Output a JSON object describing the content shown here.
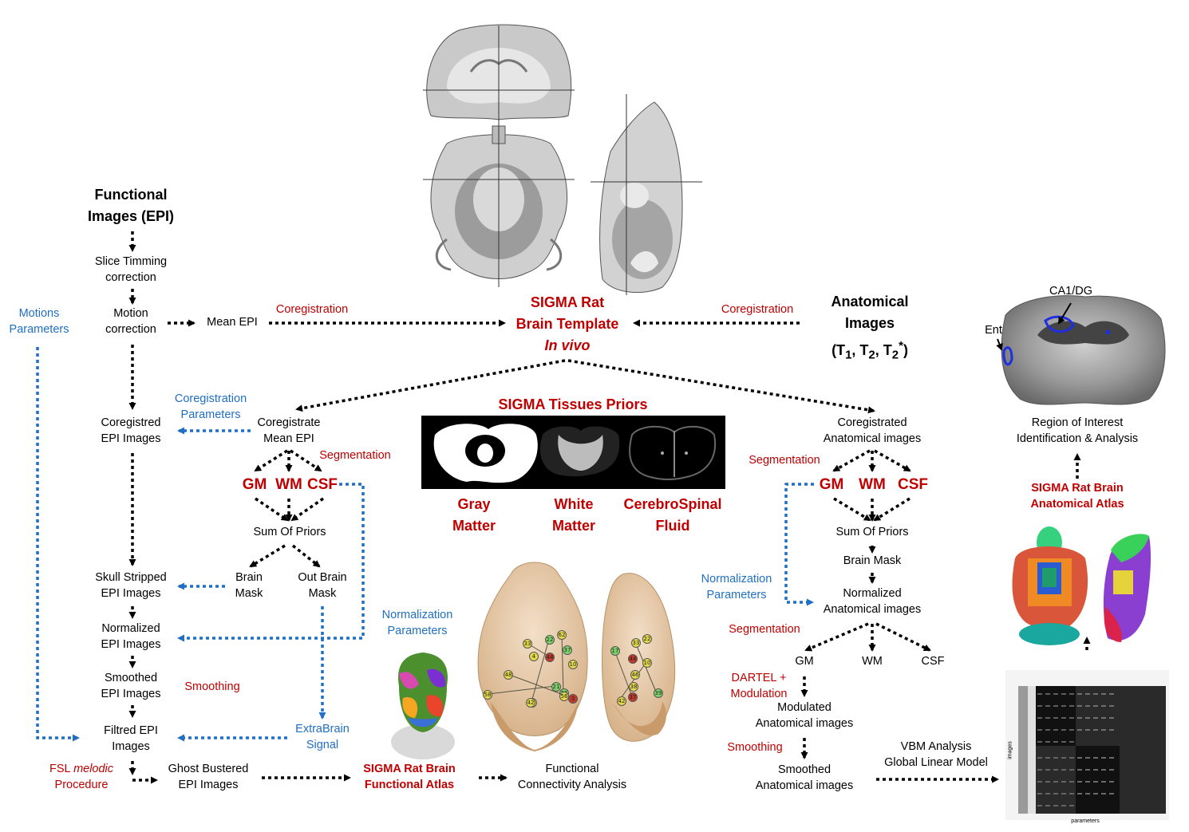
{
  "colors": {
    "red": "#c00000",
    "blue": "#1f6fc4",
    "black": "#000000"
  },
  "functional": {
    "input_line1": "Functional",
    "input_line2": "Images (EPI)",
    "slice_timing": [
      "Slice Timming",
      "correction"
    ],
    "motion": [
      "Motion",
      "correction"
    ],
    "mean_epi": "Mean EPI",
    "coregistration_left": "Coregistration",
    "motion_params": [
      "Motions",
      "Parameters"
    ],
    "coreg_epi": [
      "Coregistred",
      "EPI Images"
    ],
    "coreg_params": [
      "Coregistration",
      "Parameters"
    ],
    "coreg_mean": [
      "Coregistrate",
      "Mean EPI"
    ],
    "segmentation": "Segmentation",
    "gm": "GM",
    "wm": "WM",
    "csf": "CSF",
    "sum_priors": "Sum Of Priors",
    "brain_mask": [
      "Brain",
      "Mask"
    ],
    "out_brain_mask": [
      "Out Brain",
      "Mask"
    ],
    "skull": [
      "Skull Stripped",
      "EPI Images"
    ],
    "normalized": [
      "Normalized",
      "EPI Images"
    ],
    "smoothed": [
      "Smoothed",
      "EPI Images"
    ],
    "smoothing": "Smoothing",
    "filtred": [
      "Filtred EPI",
      "Images"
    ],
    "extrabrain": [
      "ExtraBrain",
      "Signal"
    ],
    "fsl_pre": "FSL ",
    "fsl_italic": "melodic",
    "fsl_line2": "Procedure",
    "ghost": [
      "Ghost Bustered",
      "EPI Images"
    ],
    "norm_params": [
      "Normalization",
      "Parameters"
    ],
    "func_atlas": [
      "SIGMA Rat Brain",
      "Functional Atlas"
    ],
    "connectivity": [
      "Functional",
      "Connectivity Analysis"
    ]
  },
  "template": {
    "line1": "SIGMA Rat",
    "line2": "Brain Template",
    "line3": "In vivo"
  },
  "priors": {
    "title": "SIGMA Tissues Priors",
    "gray": [
      "Gray",
      "Matter"
    ],
    "white": [
      "White",
      "Matter"
    ],
    "csf": [
      "CerebroSpinal",
      "Fluid"
    ]
  },
  "anatomical": {
    "input": [
      "Anatomical",
      "Images"
    ],
    "input_t": "(T1, T2, T2*)",
    "coregistration_right": "Coregistration",
    "coreg": [
      "Coregistrated",
      "Anatomical images"
    ],
    "segmentation": "Segmentation",
    "gm": "GM",
    "wm": "WM",
    "csf": "CSF",
    "sum_priors": "Sum Of Priors",
    "brain_mask": "Brain Mask",
    "norm_params": [
      "Normalization",
      "Parameters"
    ],
    "normalized": [
      "Normalized",
      "Anatomical images"
    ],
    "segmentation2": "Segmentation",
    "gm2": "GM",
    "wm2": "WM",
    "csf2": "CSF",
    "dartel": [
      "DARTEL +",
      "Modulation"
    ],
    "modulated": [
      "Modulated",
      "Anatomical images"
    ],
    "smoothing": "Smoothing",
    "smoothed": [
      "Smoothed",
      "Anatomical images"
    ],
    "vbm": [
      "VBM Analysis",
      "Global Linear Model"
    ],
    "roi": [
      "Region of Interest",
      "Identification & Analysis"
    ],
    "anat_atlas": [
      "SIGMA Rat Brain",
      "Anatomical Atlas"
    ],
    "ca1": "CA1/DG",
    "ent": "Ent",
    "matrix_xlabel": "parameters",
    "matrix_ylabel": "images"
  },
  "network_nodes": [
    "33",
    "22",
    "62",
    "37",
    "44",
    "4",
    "10",
    "48",
    "58",
    "26",
    "34",
    "21",
    "42",
    "3",
    "56",
    "17",
    "33",
    "22",
    "44",
    "10",
    "46",
    "38",
    "37",
    "42",
    "39"
  ]
}
